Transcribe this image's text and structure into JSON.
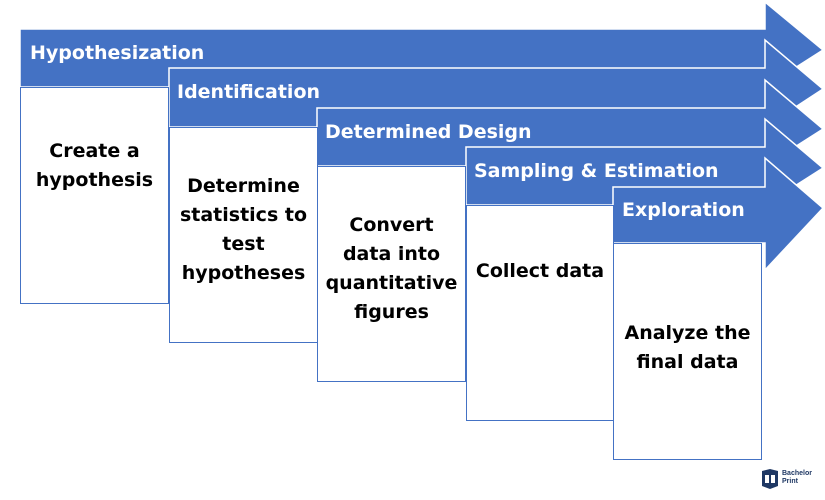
{
  "colors": {
    "arrow_fill": "#4472c4",
    "box_border": "#4472c4",
    "box_text": "#000000",
    "arrow_text": "#ffffff"
  },
  "stages": [
    {
      "title": "Hypothesization",
      "description": "Create a\nhypothesis"
    },
    {
      "title": "Identification",
      "description": "Determine\nstatistics to\ntest\nhypotheses"
    },
    {
      "title": "Determined Design",
      "description": "Convert\ndata into\nquantitative\nfigures"
    },
    {
      "title": "Sampling & Estimation",
      "description": "Collect data"
    },
    {
      "title": "Exploration",
      "description": "Analyze the\nfinal data"
    }
  ],
  "logo": {
    "line1": "Bachelor",
    "line2": "Print"
  }
}
